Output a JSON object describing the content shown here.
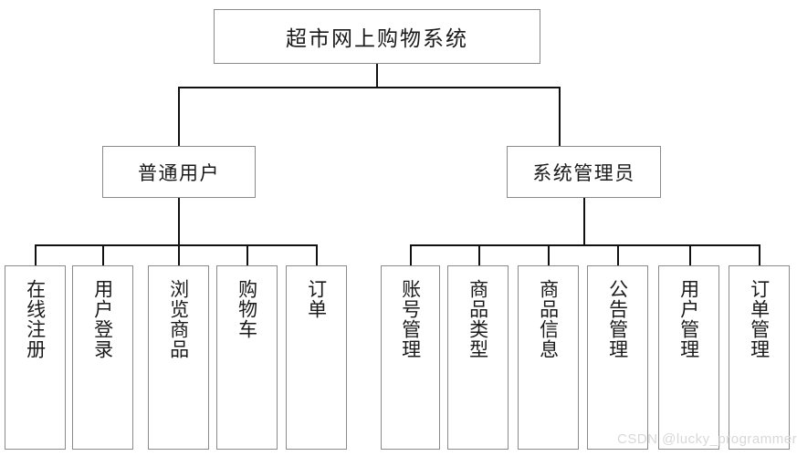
{
  "diagram": {
    "type": "org-chart",
    "title": "超市网上购物系统",
    "levels": [
      {
        "name": "root",
        "nodes": [
          {
            "id": "root",
            "label": "超市网上购物系统"
          }
        ]
      },
      {
        "name": "roles",
        "nodes": [
          {
            "id": "user",
            "label": "普通用户"
          },
          {
            "id": "admin",
            "label": "系统管理员"
          }
        ]
      },
      {
        "name": "functions",
        "nodes": [
          {
            "id": "f1",
            "parent": "user",
            "label": "在线注册"
          },
          {
            "id": "f2",
            "parent": "user",
            "label": "用户登录"
          },
          {
            "id": "f3",
            "parent": "user",
            "label": "浏览商品"
          },
          {
            "id": "f4",
            "parent": "user",
            "label": "购物车"
          },
          {
            "id": "f5",
            "parent": "user",
            "label": "订单"
          },
          {
            "id": "f6",
            "parent": "admin",
            "label": "账号管理"
          },
          {
            "id": "f7",
            "parent": "admin",
            "label": "商品类型"
          },
          {
            "id": "f8",
            "parent": "admin",
            "label": "商品信息"
          },
          {
            "id": "f9",
            "parent": "admin",
            "label": "公告管理"
          },
          {
            "id": "f10",
            "parent": "admin",
            "label": "用户管理"
          },
          {
            "id": "f11",
            "parent": "admin",
            "label": "订单管理"
          }
        ]
      }
    ]
  },
  "watermark": {
    "text": "CSDN @lucky_programmer"
  },
  "colors": {
    "box_border": "#8a8a8a",
    "connector": "#111111",
    "text": "#1a1a1a",
    "background": "#ffffff",
    "watermark": "#d8d8d8"
  }
}
